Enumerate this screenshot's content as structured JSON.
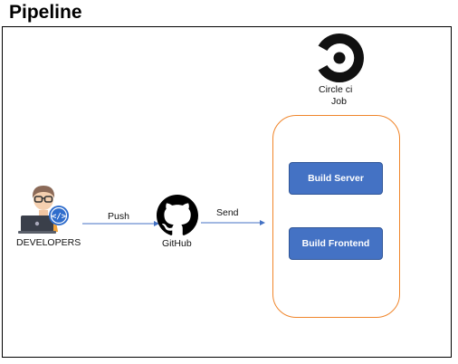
{
  "title": "Pipeline",
  "developers": {
    "label": "DEVELOPERS",
    "icon": "developer-laptop-icon"
  },
  "push_label": "Push",
  "github": {
    "label": "GitHub",
    "icon": "github-octocat-icon"
  },
  "send_label": "Send",
  "circleci": {
    "icon": "circleci-logo-icon",
    "label_line1": "Circle ci",
    "label_line2": "Job"
  },
  "job": {
    "steps": [
      {
        "label": "Build Server"
      },
      {
        "label": "Build Frontend"
      }
    ]
  },
  "colors": {
    "arrow": "#4472c4",
    "job_border": "#f0852a",
    "button_fill": "#4472c4",
    "button_text": "#ffffff"
  }
}
